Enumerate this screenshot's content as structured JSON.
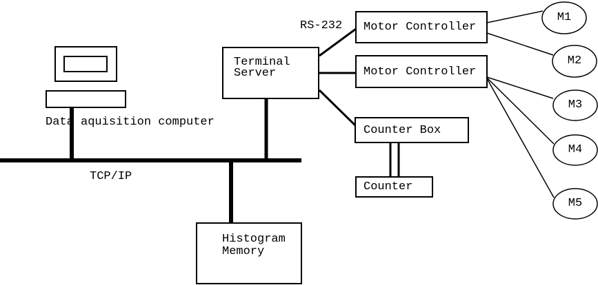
{
  "diagram": {
    "labels": {
      "computer_caption": "Data aquisition computer",
      "bus": "TCP/IP",
      "serial_link": "RS-232"
    },
    "nodes": {
      "terminal_server": {
        "line1": "Terminal",
        "line2": "Server"
      },
      "motor_controller_1": {
        "label": "Motor Controller"
      },
      "motor_controller_2": {
        "label": "Motor Controller"
      },
      "counter_box": {
        "label": "Counter Box"
      },
      "counter": {
        "label": "Counter"
      },
      "histogram_memory": {
        "line1": "Histogram",
        "line2": "Memory"
      }
    },
    "motors": [
      {
        "label": "M1"
      },
      {
        "label": "M2"
      },
      {
        "label": "M3"
      },
      {
        "label": "M4"
      },
      {
        "label": "M5"
      }
    ],
    "colors": {
      "foreground": "#000000",
      "background": "#ffffff"
    }
  }
}
